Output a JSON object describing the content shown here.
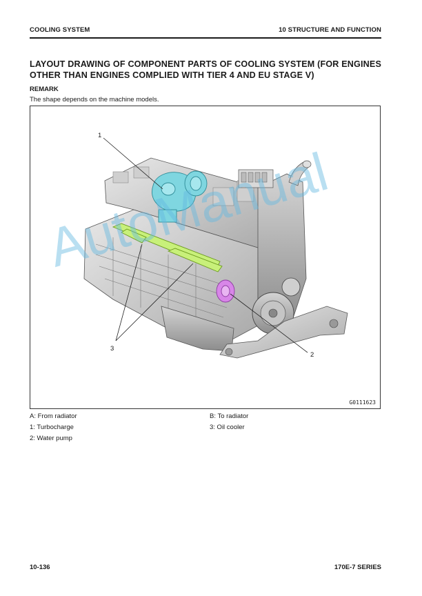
{
  "header": {
    "section": "COOLING SYSTEM",
    "chapter": "10 STRUCTURE AND FUNCTION"
  },
  "title": "LAYOUT DRAWING OF COMPONENT PARTS OF COOLING SYSTEM (FOR ENGINES OTHER THAN ENGINES COMPLIED WITH TIER 4 AND EU STAGE V)",
  "remark": {
    "label": "REMARK",
    "text": "The shape depends on the machine models."
  },
  "figure": {
    "code": "G0111623",
    "callouts": {
      "c1": "1",
      "c2": "2",
      "c3": "3"
    },
    "watermark": "AutoManual"
  },
  "legend": {
    "a": "A: From radiator",
    "b": "B: To radiator",
    "p1": "1: Turbocharge",
    "p3": "3: Oil cooler",
    "p2": "2: Water pump"
  },
  "colors": {
    "turbo": "#7fd6e0",
    "oil_cooler": "#c8f07a",
    "water_pump": "#d886e8"
  },
  "footer": {
    "page": "10-136",
    "series": "170E-7 SERIES"
  }
}
